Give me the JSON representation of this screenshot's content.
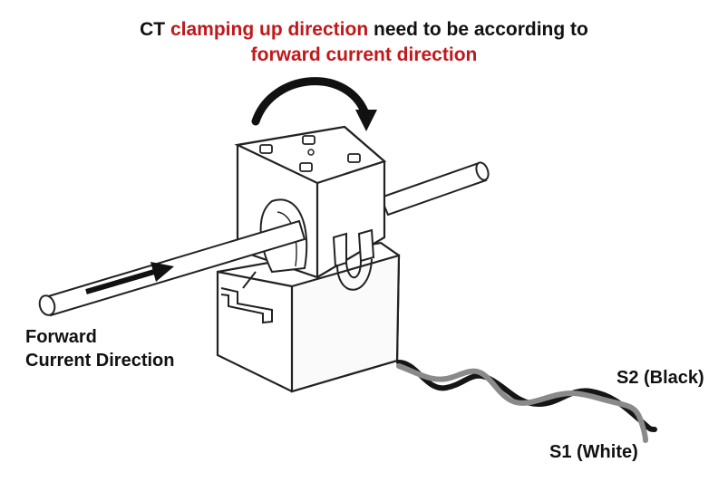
{
  "heading": {
    "line1_prefix": "CT ",
    "line1_highlight": "clamping up direction",
    "line1_suffix": " need to be according to",
    "line2_highlight": "forward current direction"
  },
  "labels": {
    "forward_line1": "Forward",
    "forward_line2": "Current Direction",
    "s2": "S2 (Black)",
    "s1": "S1 (White)"
  },
  "colors": {
    "highlight": "#c0181b",
    "text": "#111111",
    "wire_white": "#8a8a8a",
    "wire_black": "#151515"
  }
}
